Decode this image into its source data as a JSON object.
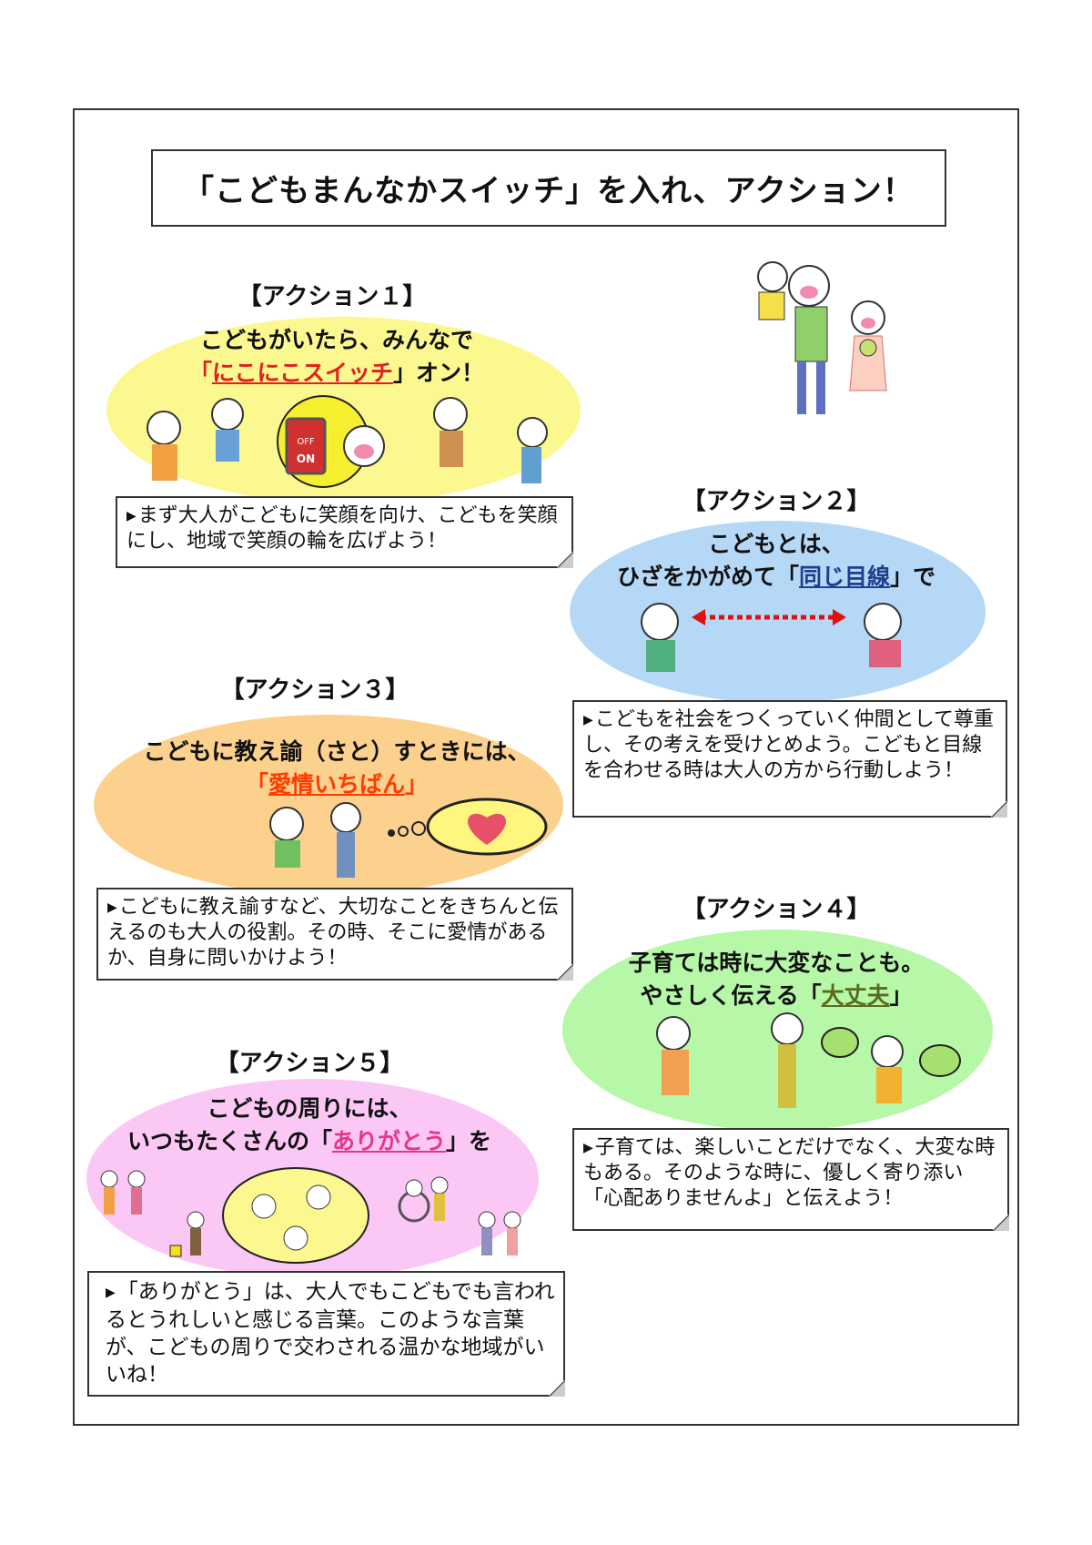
{
  "title": "「こどもまんなかスイッチ」を入れ、アクション！",
  "colors": {
    "yellow": "#fbf88f",
    "blue": "#b5d8f7",
    "orange": "#fcd18e",
    "green": "#b6f7a8",
    "pink": "#fbc8f5",
    "red": "#e02020",
    "navy": "#1d3f8c",
    "orange_red": "#ff3b00",
    "olive": "#5a6b1c",
    "magenta": "#e8348a"
  },
  "actions": [
    {
      "header": "【アクション１】",
      "line1": "こどもがいたら、みんなで",
      "line2_pre": "「",
      "line2_hl": "にこにこスイッチ",
      "line2_post": "」オン！",
      "switch_off": "OFF",
      "switch_on": "ON",
      "box": "まず大人がこどもに笑顔を向け、こどもを笑顔にし、地域で笑顔の輪を広げよう！"
    },
    {
      "header": "【アクション２】",
      "line1": "こどもとは、",
      "line2_pre": "ひざをかがめて「",
      "line2_hl": "同じ目線",
      "line2_post": "」で",
      "box": "こどもを社会をつくっていく仲間として尊重し、その考えを受けとめよう。こどもと目線を合わせる時は大人の方から行動しよう！"
    },
    {
      "header": "【アクション３】",
      "line1": "こどもに教え諭（さと）すときには、",
      "line2_pre": "「",
      "line2_hl": "愛情いちばん",
      "line2_post": "」",
      "box": "こどもに教え諭すなど、大切なことをきちんと伝えるのも大人の役割。その時、そこに愛情があるか、自身に問いかけよう！"
    },
    {
      "header": "【アクション４】",
      "line1": "子育ては時に大変なことも。",
      "line2_pre": "やさしく伝える「",
      "line2_hl": "大丈夫",
      "line2_post": "」",
      "box": "子育ては、楽しいことだけでなく、大変な時もある。そのような時に、優しく寄り添い「心配ありませんよ」と伝えよう！"
    },
    {
      "header": "【アクション５】",
      "line1": "こどもの周りには、",
      "line2_pre": "いつもたくさんの「",
      "line2_hl": "ありがとう",
      "line2_post": "」を",
      "box": "「ありがとう」は、大人でもこどもでも言われるとうれしいと感じる言葉。このような言葉が、こどもの周りで交わされる温かな地域がいいね！"
    }
  ]
}
